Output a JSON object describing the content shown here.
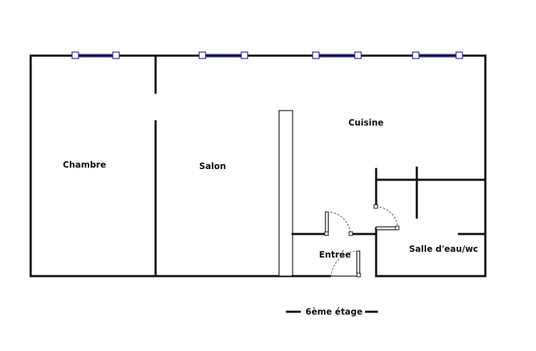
{
  "rooms": {
    "chambre": "Chambre",
    "salon": "Salon",
    "cuisine": "Cuisine",
    "entree": "Entrée",
    "salle_eau": "Salle d'eau/wc"
  },
  "floor_label": "6ème étage",
  "colors": {
    "wall": "#111111",
    "window_glass": "#6a6ad0",
    "background": "#ffffff"
  }
}
